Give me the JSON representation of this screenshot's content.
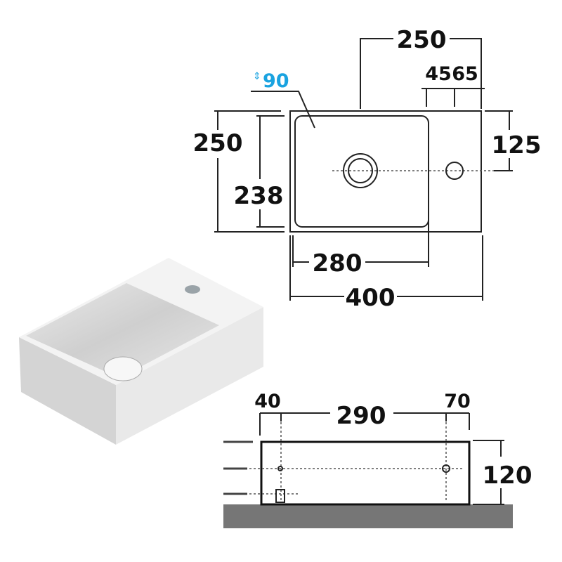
{
  "top_view": {
    "width_overall": "400",
    "bowl_width": "280",
    "depth_overall": "250",
    "bowl_depth": "238",
    "tap_offset_top": "250",
    "tap_offset_a": "45",
    "tap_offset_b": "65",
    "tap_center_depth": "125",
    "bowl_depth_label": "90"
  },
  "side_view": {
    "left_offset": "40",
    "center_span": "290",
    "right_offset": "70",
    "height": "120"
  },
  "colors": {
    "accent": "#1aa3e0",
    "ground": "#767676"
  }
}
